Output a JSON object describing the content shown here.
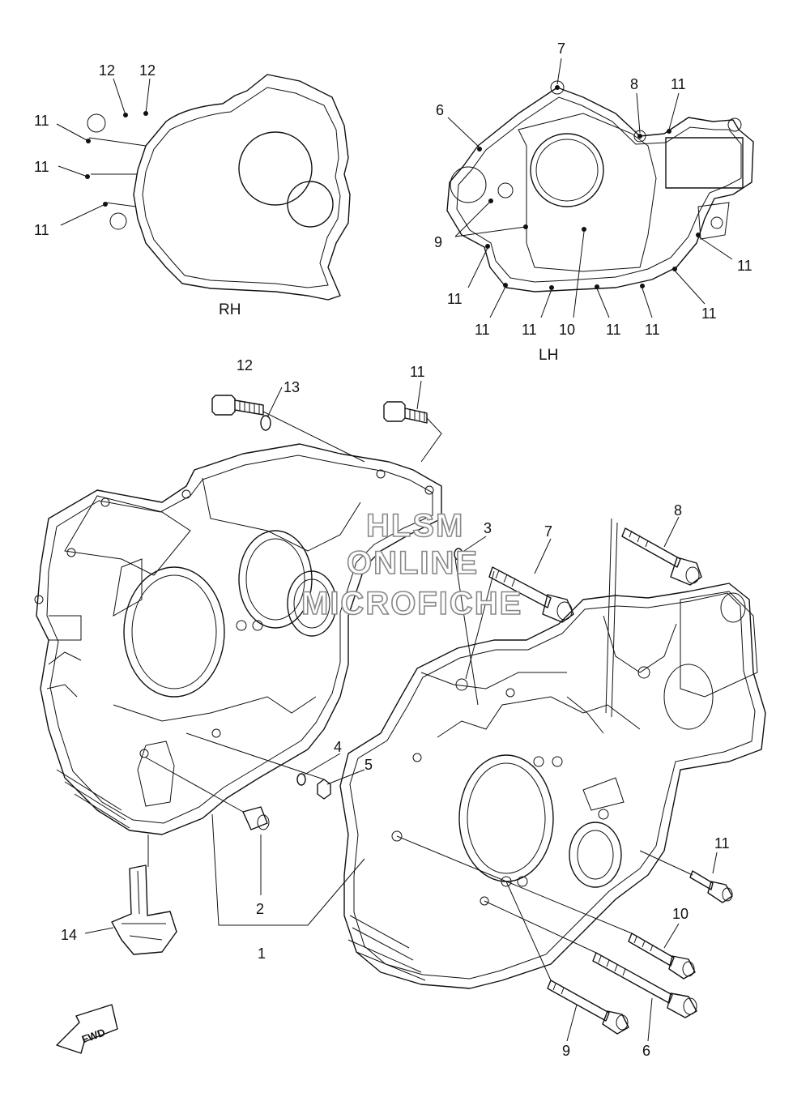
{
  "side_labels": {
    "rh": "RH",
    "lh": "LH"
  },
  "watermark": [
    "HLSM",
    "ONLINE",
    "MICROFICHE"
  ],
  "fwd_label": "FWD",
  "callouts": {
    "rh_12a": "12",
    "rh_12b": "12",
    "rh_11a": "11",
    "rh_11b": "11",
    "rh_11c": "11",
    "lh_7": "7",
    "lh_8": "8",
    "lh_11top": "11",
    "lh_6": "6",
    "lh_9": "9",
    "lh_11r1": "11",
    "lh_11r2": "11",
    "lh_11l": "11",
    "lh_11b1": "11",
    "lh_11b2": "11",
    "lh_10": "10",
    "lh_11b3": "11",
    "lh_11b4": "11",
    "m_12": "12",
    "m_13": "13",
    "m_11": "11",
    "m_3": "3",
    "m_8": "8",
    "m_7": "7",
    "m_4": "4",
    "m_5": "5",
    "m_2": "2",
    "m_1": "1",
    "m_14": "14",
    "m_11r": "11",
    "m_10": "10",
    "m_9": "9",
    "m_6": "6"
  }
}
